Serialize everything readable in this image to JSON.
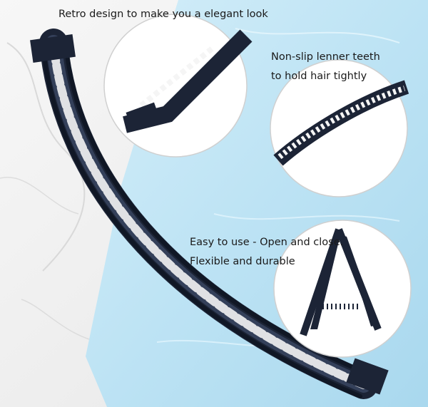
{
  "features": {
    "retro": "Retro design to make you a elegant look",
    "teeth_line1": "Non-slip lenner teeth",
    "teeth_line2": "to hold hair tightly",
    "easy_line1": "Easy to use - Open and close.",
    "easy_line2": "Flexible and durable"
  },
  "colors": {
    "clip": "#1c2436",
    "water": "#bfe2f2",
    "marble": "#f2f2f2"
  }
}
